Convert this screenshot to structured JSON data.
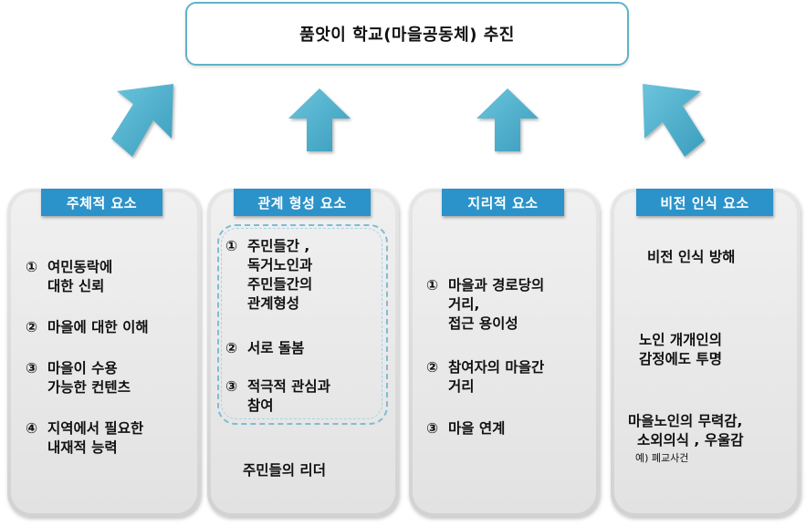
{
  "title": "품앗이 학교(마을공동체)  추진",
  "panels": [
    {
      "header": "주체적 요소",
      "items": [
        {
          "num": "①",
          "lines": [
            "여민동락에",
            "대한 신뢰"
          ]
        },
        {
          "num": "②",
          "lines": [
            "마을에 대한 이해"
          ]
        },
        {
          "num": "③",
          "lines": [
            "마을이 수용",
            "가능한 컨텐츠"
          ]
        },
        {
          "num": "④",
          "lines": [
            "지역에서 필요한",
            "내재적 능력"
          ]
        }
      ]
    },
    {
      "header": "관계 형성 요소",
      "items": [
        {
          "num": "①",
          "lines": [
            "주민들간 ,",
            "독거노인과",
            "주민들간의",
            "관계형성"
          ]
        },
        {
          "num": "②",
          "lines": [
            "서로 돌봄"
          ]
        },
        {
          "num": "③",
          "lines": [
            "적극적 관심과",
            "참여"
          ]
        }
      ],
      "footer": "주민들의 리더"
    },
    {
      "header": "지리적 요소",
      "items": [
        {
          "num": "①",
          "lines": [
            "마을과 경로당의",
            "거리,",
            "접근 용이성"
          ]
        },
        {
          "num": "②",
          "lines": [
            "참여자의 마을간",
            "거리"
          ]
        },
        {
          "num": "③",
          "lines": [
            "마을 연계"
          ]
        }
      ]
    },
    {
      "header": "비전 인식 요소",
      "steps": [
        {
          "lines": [
            "비전 인식 방해"
          ]
        },
        {
          "lines": [
            "노인 개개인의",
            "감정에도  투명"
          ]
        },
        {
          "lines": [
            "마을노인의 무력감,",
            "소외의식 , 우울감"
          ],
          "note": "예) 폐교사건"
        }
      ]
    }
  ],
  "colors": {
    "header_bg": "#2b93c9",
    "arrow_fill": "#4fb0cc",
    "title_border": "#5fb3c6"
  }
}
